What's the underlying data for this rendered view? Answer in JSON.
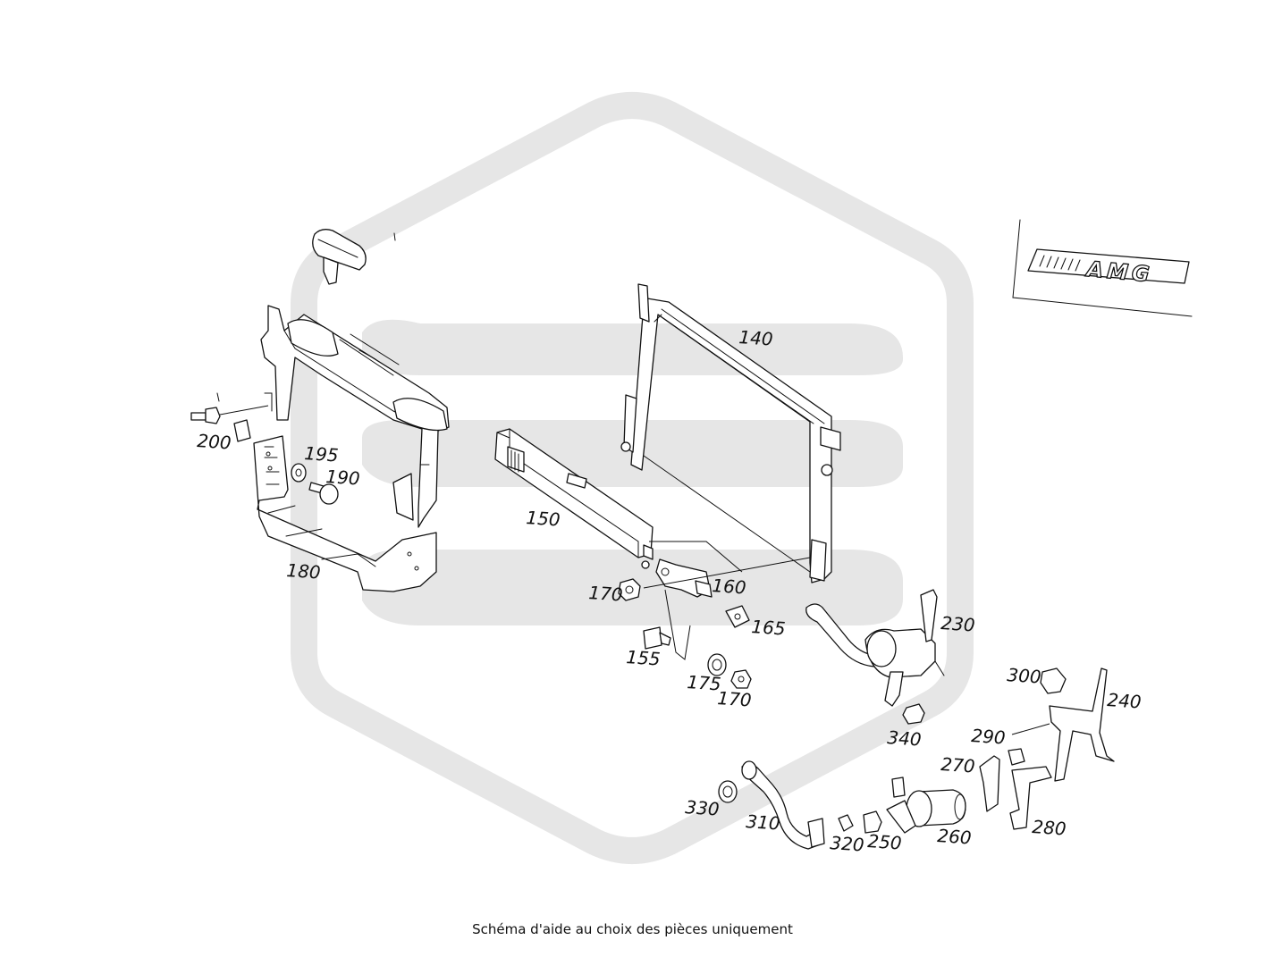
{
  "diagram": {
    "caption": "Schéma d'aide au choix des pièces uniquement",
    "brand_logo_text": "AMG",
    "callouts": {
      "p140": "140",
      "p150": "150",
      "p155": "155",
      "p160": "160",
      "p165": "165",
      "p170a": "170",
      "p170b": "170",
      "p175": "175",
      "p180": "180",
      "p190": "190",
      "p195": "195",
      "p200": "200",
      "p230": "230",
      "p240": "240",
      "p250": "250",
      "p260": "260",
      "p270": "270",
      "p280": "280",
      "p290": "290",
      "p300": "300",
      "p310": "310",
      "p320": "320",
      "p330": "330",
      "p340": "340"
    }
  },
  "colors": {
    "line": "#111111",
    "watermark": "#e6e6e6",
    "background": "#ffffff"
  }
}
